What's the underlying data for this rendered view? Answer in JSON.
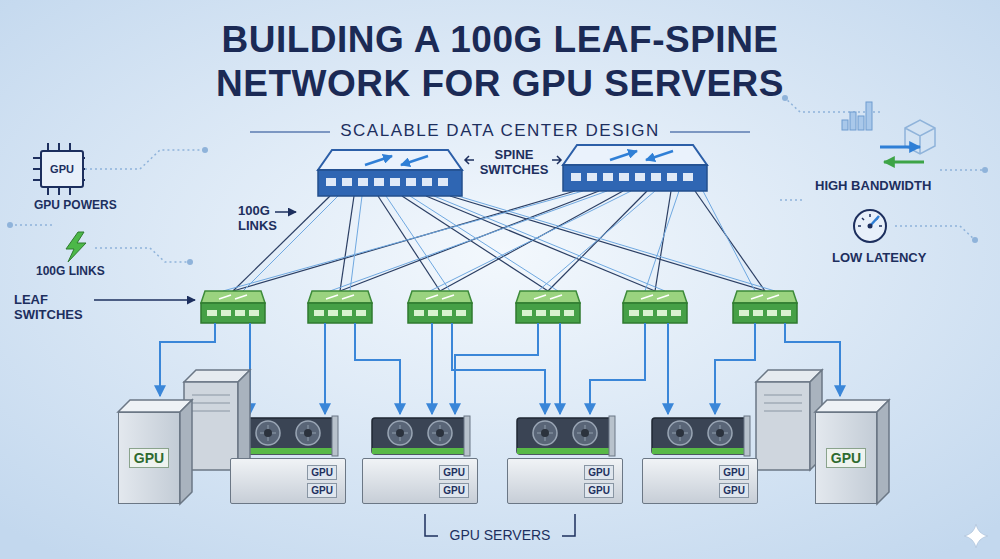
{
  "diagram": {
    "title": "BUILDING A 100G LEAF-SPINE NETWORK FOR GPU SERVERS",
    "nodes": [
      {
        "text": [
          "GPU"
        ]
      },
      {
        "text": [
          "GPU"
        ]
      },
      {
        "text": [
          "GPU",
          "GPU"
        ]
      },
      {
        "text": [
          "GPU",
          "GPU"
        ]
      },
      {
        "text": [
          "GPU",
          "GPU"
        ]
      },
      {
        "text": [
          "GPU",
          "GPU"
        ]
      },
      {
        "text": [
          "GPU"
        ]
      }
    ],
    "labels": [
      "SCALABLE DATA CENTER DESIGN",
      "GPU POWERS",
      "SPINE SWITCHES",
      "100G LINKS",
      "HIGH BANDWIDTH",
      "100G LINKS",
      "LOW LATENCY",
      "LEAF SWITCHES",
      "GPU SERVERS"
    ]
  }
}
